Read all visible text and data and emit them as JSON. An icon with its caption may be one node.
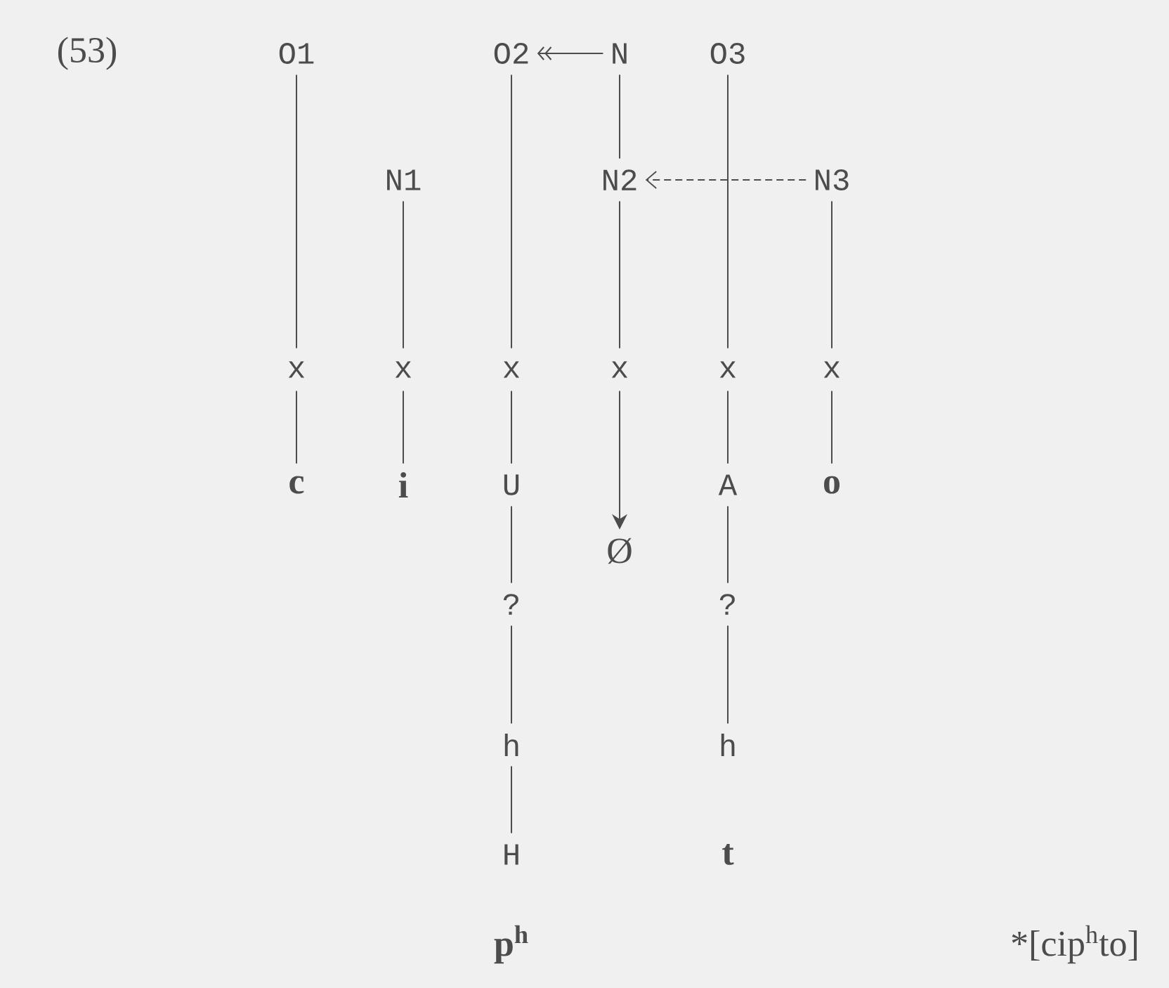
{
  "diagram": {
    "nodes": [
      {
        "text": [
          "O1"
        ]
      },
      {
        "text": [
          "O2"
        ]
      },
      {
        "text": [
          "N"
        ]
      },
      {
        "text": [
          "O3"
        ]
      },
      {
        "text": [
          "N1"
        ]
      },
      {
        "text": [
          "N2"
        ]
      },
      {
        "text": [
          "N3"
        ]
      },
      {
        "text": [
          "x"
        ]
      },
      {
        "text": [
          "x"
        ]
      },
      {
        "text": [
          "x"
        ]
      },
      {
        "text": [
          "x"
        ]
      },
      {
        "text": [
          "x"
        ]
      },
      {
        "text": [
          "x"
        ]
      },
      {
        "text": [
          "c"
        ]
      },
      {
        "text": [
          "i"
        ]
      },
      {
        "text": [
          "U"
        ]
      },
      {
        "text": [
          "A"
        ]
      },
      {
        "text": [
          "o"
        ]
      },
      {
        "text": [
          "Ø"
        ]
      },
      {
        "text": [
          "?"
        ]
      },
      {
        "text": [
          "?"
        ]
      },
      {
        "text": [
          "h"
        ]
      },
      {
        "text": [
          "h"
        ]
      },
      {
        "text": [
          "H"
        ]
      }
    ],
    "edges": [
      {
        "from": 2,
        "to": 1,
        "arrow": "to"
      },
      {
        "from": 0,
        "to": 7,
        "arrow": "none"
      },
      {
        "from": 4,
        "to": 8,
        "arrow": "none"
      },
      {
        "from": 1,
        "to": 9,
        "arrow": "none"
      },
      {
        "from": 2,
        "to": 5,
        "arrow": "none"
      },
      {
        "from": 6,
        "to": 5,
        "arrow": "to",
        "style": "dashed"
      },
      {
        "from": 5,
        "to": 10,
        "arrow": "none"
      },
      {
        "from": 3,
        "to": 11,
        "arrow": "none"
      },
      {
        "from": 6,
        "to": 12,
        "arrow": "none"
      },
      {
        "from": 7,
        "to": 13,
        "arrow": "none"
      },
      {
        "from": 8,
        "to": 14,
        "arrow": "none"
      },
      {
        "from": 9,
        "to": 15,
        "arrow": "none"
      },
      {
        "from": 10,
        "to": 18,
        "arrow": "to"
      },
      {
        "from": 11,
        "to": 16,
        "arrow": "none"
      },
      {
        "from": 12,
        "to": 17,
        "arrow": "none"
      },
      {
        "from": 15,
        "to": 19,
        "arrow": "none"
      },
      {
        "from": 19,
        "to": 21,
        "arrow": "none"
      },
      {
        "from": 21,
        "to": 23,
        "arrow": "none"
      },
      {
        "from": 16,
        "to": 20,
        "arrow": "none"
      },
      {
        "from": 20,
        "to": 22,
        "arrow": "none"
      }
    ],
    "labels": [
      "(53)",
      "p$^{h}$",
      "t",
      "*[cip$^{h}$to]"
    ]
  }
}
